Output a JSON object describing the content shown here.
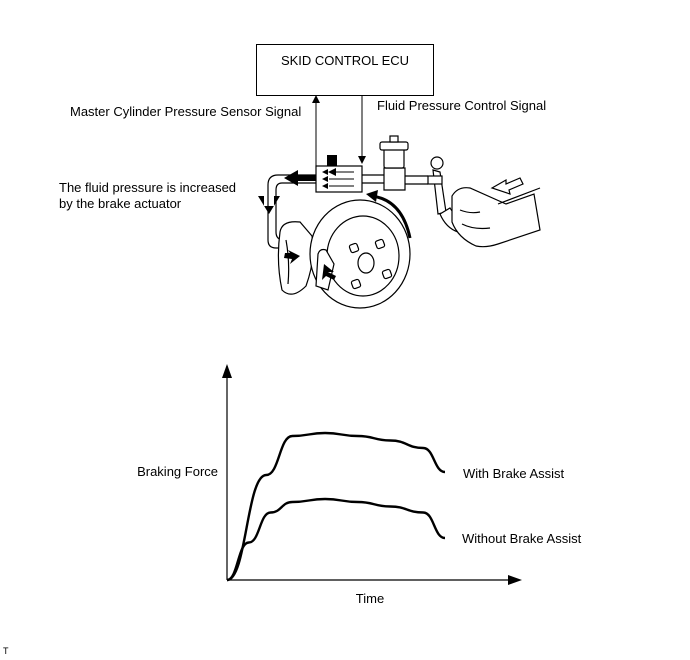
{
  "ecu": {
    "label": "SKID CONTROL ECU"
  },
  "signals": {
    "master_cylinder": "Master Cylinder Pressure Sensor Signal",
    "fluid_pressure_control": "Fluid Pressure Control Signal"
  },
  "actuator_note": {
    "line1": "The fluid pressure is increased",
    "line2": "by the brake actuator"
  },
  "chart_data": {
    "type": "line",
    "ylabel": "Braking Force",
    "xlabel": "Time",
    "series": [
      {
        "name": "With Brake Assist",
        "x": [
          0,
          0.18,
          0.3,
          0.45,
          0.6,
          0.75,
          0.9,
          1.0
        ],
        "values": [
          0,
          0.7,
          0.96,
          0.98,
          0.96,
          0.93,
          0.88,
          0.72
        ]
      },
      {
        "name": "Without Brake Assist",
        "x": [
          0,
          0.1,
          0.2,
          0.3,
          0.45,
          0.6,
          0.75,
          0.9,
          1.0
        ],
        "values": [
          0,
          0.25,
          0.45,
          0.52,
          0.54,
          0.52,
          0.49,
          0.45,
          0.28
        ]
      }
    ]
  },
  "footer": {
    "mark": "T"
  }
}
